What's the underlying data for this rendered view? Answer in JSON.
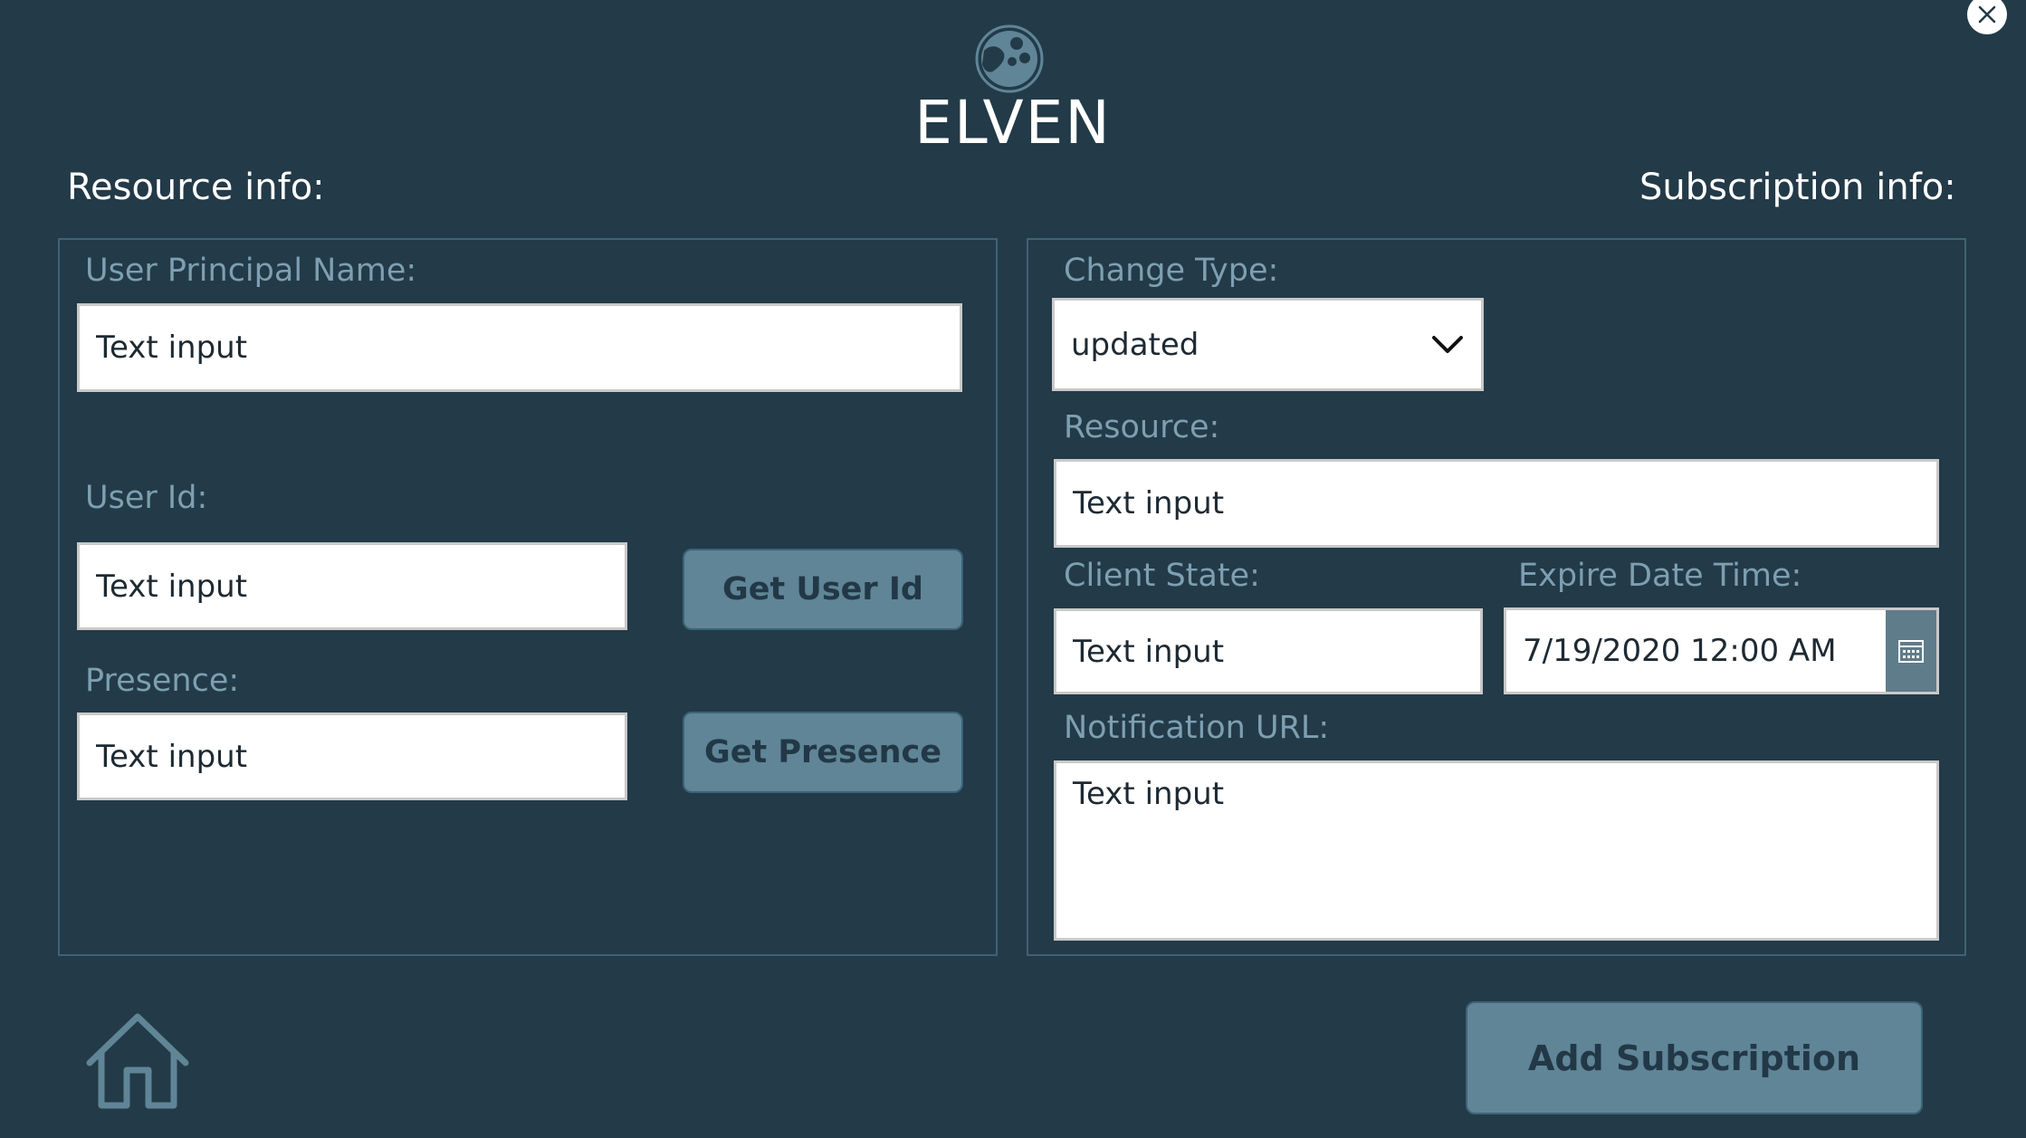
{
  "brand": {
    "name": "ELVEN"
  },
  "icons": {
    "close": "close-icon",
    "logo": "elven-logo-icon",
    "dropdown": "chevron-down-icon",
    "calendar": "calendar-icon",
    "home": "home-icon"
  },
  "colors": {
    "background": "#233a48",
    "panel_border": "#3f6275",
    "label": "#7d9fb1",
    "button": "#5f8597",
    "button_text": "#223847"
  },
  "resource": {
    "title": "Resource info:",
    "upn": {
      "label": "User Principal Name:",
      "value": "Text input"
    },
    "user_id": {
      "label": "User Id:",
      "value": "Text input",
      "button": "Get User Id"
    },
    "presence": {
      "label": "Presence:",
      "value": "Text input",
      "button": "Get Presence"
    }
  },
  "subscription": {
    "title": "Subscription info:",
    "change_type": {
      "label": "Change Type:",
      "value": "updated"
    },
    "resource": {
      "label": "Resource:",
      "value": "Text input"
    },
    "client_state": {
      "label": "Client State:",
      "value": "Text input"
    },
    "expire": {
      "label": "Expire Date Time:",
      "value": "7/19/2020 12:00 AM"
    },
    "notification_url": {
      "label": "Notification URL:",
      "value": "Text input"
    }
  },
  "actions": {
    "add_subscription": "Add Subscription"
  }
}
